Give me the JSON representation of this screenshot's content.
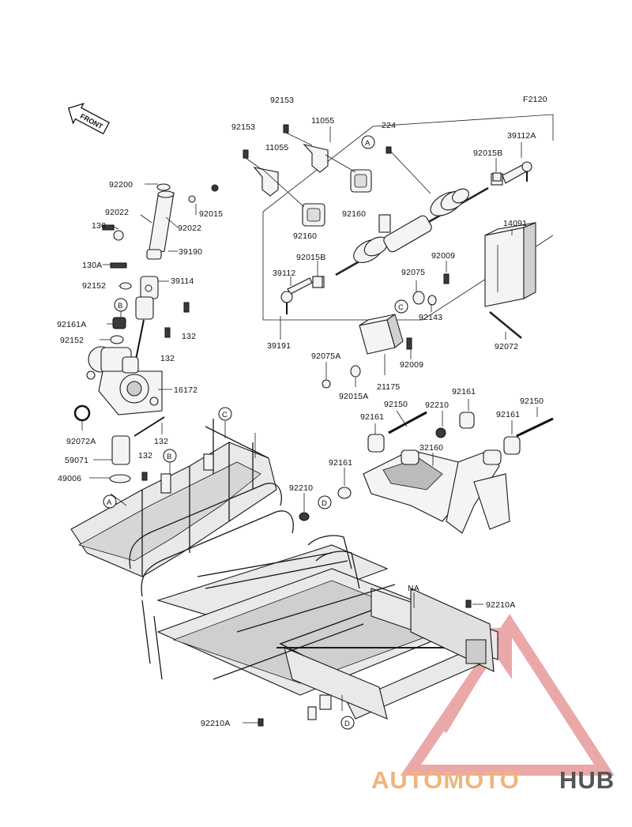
{
  "diagram": {
    "figure_code": "F2120",
    "front_label": "FRONT",
    "part_labels": {
      "p92153a": "92153",
      "p92153b": "92153",
      "p11055a": "11055",
      "p11055b": "11055",
      "p224": "224",
      "p39112A": "39112A",
      "p92015B_r": "92015B",
      "p92160a": "92160",
      "p92160b": "92160",
      "p92015B_l": "92015B",
      "p39112": "39112",
      "p92009a": "92009",
      "p92075": "92075",
      "p92143": "92143",
      "p39191": "39191",
      "p14091": "14091",
      "p92072": "92072",
      "p92200": "92200",
      "p92022a": "92022",
      "p130": "130",
      "p92015": "92015",
      "p92022b": "92022",
      "p39190": "39190",
      "p130A": "130A",
      "p92152a": "92152",
      "p39114": "39114",
      "p92161A": "92161A",
      "p132a": "132",
      "p92152b": "92152",
      "p132b": "132",
      "p16172": "16172",
      "p92075A": "92075A",
      "p92009b": "92009",
      "p92015A": "92015A",
      "p21175": "21175",
      "p92072A": "92072A",
      "p132c": "132",
      "p59071": "59071",
      "p132d": "132",
      "p49006": "49006",
      "p92161a": "92161",
      "p92150a": "92150",
      "p92210a": "92210",
      "p92161b": "92161",
      "p92150b": "92150",
      "p92161c": "92161",
      "p92161d": "92161",
      "p32160": "32160",
      "p92210b": "92210",
      "pNA": "NA",
      "p92210A_r": "92210A",
      "p92210A_b": "92210A"
    },
    "reference_circles": {
      "refA_top": "A",
      "refB_left": "B",
      "refC_mid": "C",
      "refC_frame": "C",
      "refB_frame": "B",
      "refA_left": "A",
      "refD_mid": "D",
      "refD_bottom": "D"
    }
  },
  "watermark": {
    "brand_part1": "AUTOMOTO",
    "brand_part2": "HUB",
    "color_primary": "#e8a0a0",
    "color_secondary": "#f2c99a",
    "color_dark": "#555555"
  }
}
